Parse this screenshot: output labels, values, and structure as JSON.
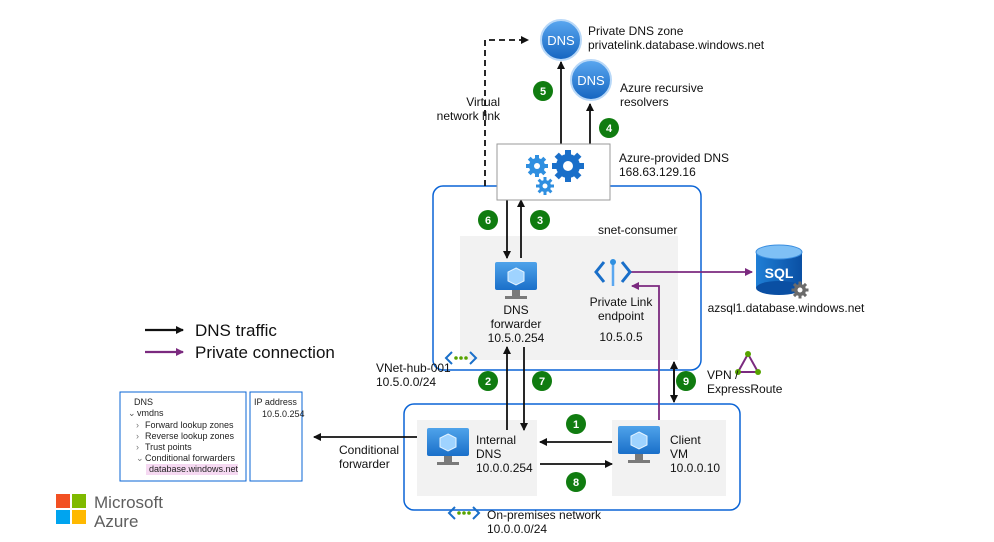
{
  "colors": {
    "accent_blue": "#0a64d6",
    "badge_green": "#107c10",
    "private_purple": "#7b2a7f",
    "panel_grey": "#f2f2f2",
    "highlight_pink": "#f6d9f2"
  },
  "private_dns_zone": {
    "icon_label": "DNS",
    "title": "Private DNS zone",
    "name": "privatelink.database.windows.net"
  },
  "azure_resolvers": {
    "icon_label": "DNS",
    "title": "Azure recursive",
    "subtitle": "resolvers"
  },
  "virtual_network_link": {
    "line1": "Virtual",
    "line2": "network link"
  },
  "azure_dns": {
    "title": "Azure-provided DNS",
    "ip": "168.63.129.16"
  },
  "hub_vnet": {
    "subnet_label": "snet-consumer",
    "name": "VNet-hub-001",
    "cidr": "10.5.0.0/24"
  },
  "dns_forwarder": {
    "line1": "DNS",
    "line2": "forwarder",
    "ip": "10.5.0.254"
  },
  "private_link": {
    "line1": "Private Link",
    "line2": "endpoint",
    "ip": "10.5.0.5"
  },
  "sql": {
    "icon_label": "SQL",
    "name": "azsql1.database.windows.net"
  },
  "legend": {
    "dns_traffic": "DNS traffic",
    "private_connection": "Private connection"
  },
  "vpn": {
    "line1": "VPN /",
    "line2": "ExpressRoute"
  },
  "onprem": {
    "name": "On-premises network",
    "cidr": "10.0.0.0/24"
  },
  "internal_dns": {
    "line1": "Internal",
    "line2": "DNS",
    "ip": "10.0.0.254"
  },
  "client_vm": {
    "line1": "Client",
    "line2": "VM",
    "ip": "10.0.0.10"
  },
  "conditional_forwarder": {
    "line1": "Conditional",
    "line2": "forwarder"
  },
  "dns_console": {
    "root": "DNS",
    "server": "vmdns",
    "items": [
      "Forward lookup  zones",
      "Reverse lookup zones",
      "Trust points",
      "Conditional  forwarders"
    ],
    "selected": "database.windows.net"
  },
  "ip_panel": {
    "header": "IP address",
    "value": "10.5.0.254"
  },
  "steps": [
    "1",
    "2",
    "3",
    "4",
    "5",
    "6",
    "7",
    "8",
    "9"
  ],
  "logo": {
    "line1": "Microsoft",
    "line2": "Azure"
  }
}
